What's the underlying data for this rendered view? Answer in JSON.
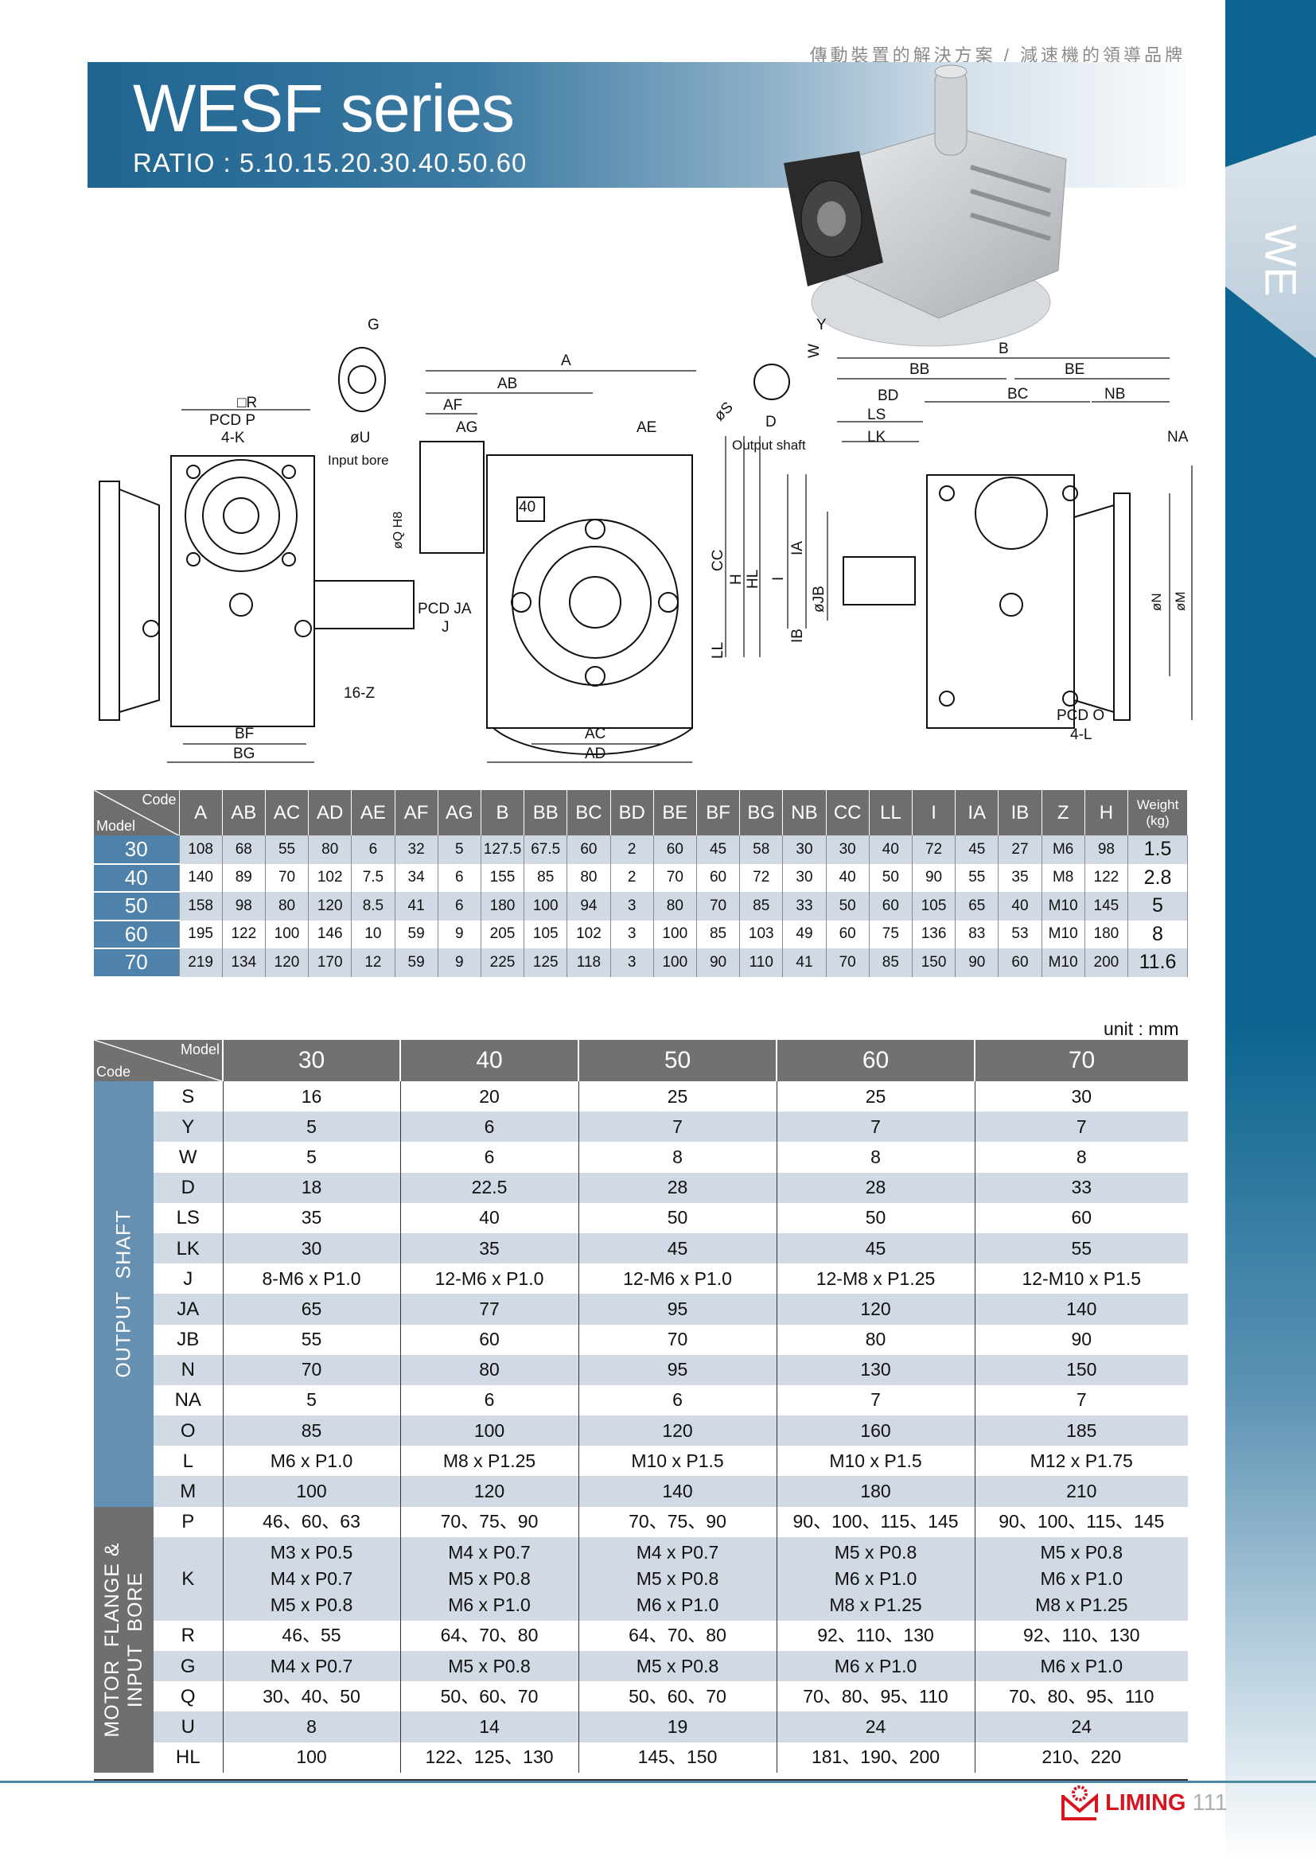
{
  "header": {
    "tagline": "傳動裝置的解決方案 / 減速機的領導品牌",
    "title": "WESF series",
    "ratio": "RATIO : 5.10.15.20.30.40.50.60"
  },
  "sidebar": {
    "tab": "WE"
  },
  "colors": {
    "band": "#1f6491",
    "sidebar": "#0b6590",
    "table_header": "#6e6e6e",
    "model_cell": "#4f82aa",
    "row_alt": "#d1d9e4",
    "brand": "#d7141f"
  },
  "drawing": {
    "labels": [
      "G",
      "□R",
      "PCD P",
      "4-K",
      "øU",
      "Input bore",
      "A",
      "AB",
      "AF",
      "AG",
      "AE",
      "øQ H8",
      "40",
      "PCD JA",
      "J",
      "16-Z",
      "BF",
      "BG",
      "AC",
      "AD",
      "Y",
      "W",
      "øS",
      "D",
      "Output shaft",
      "CC",
      "H",
      "HL",
      "I",
      "IA",
      "øJB",
      "IB",
      "LL",
      "B",
      "BB",
      "BE",
      "BD",
      "BC",
      "NB",
      "LS",
      "LK",
      "NA",
      "øN",
      "øM",
      "PCD O",
      "4-L"
    ]
  },
  "table1": {
    "corner_top": "Code",
    "corner_bottom": "Model",
    "columns": [
      "A",
      "AB",
      "AC",
      "AD",
      "AE",
      "AF",
      "AG",
      "B",
      "BB",
      "BC",
      "BD",
      "BE",
      "BF",
      "BG",
      "NB",
      "CC",
      "LL",
      "I",
      "IA",
      "IB",
      "Z",
      "H"
    ],
    "weight_label": "Weight (kg)",
    "rows": [
      {
        "model": "30",
        "values": [
          "108",
          "68",
          "55",
          "80",
          "6",
          "32",
          "5",
          "127.5",
          "67.5",
          "60",
          "2",
          "60",
          "45",
          "58",
          "30",
          "30",
          "40",
          "72",
          "45",
          "27",
          "M6",
          "98"
        ],
        "weight": "1.5"
      },
      {
        "model": "40",
        "values": [
          "140",
          "89",
          "70",
          "102",
          "7.5",
          "34",
          "6",
          "155",
          "85",
          "80",
          "2",
          "70",
          "60",
          "72",
          "30",
          "40",
          "50",
          "90",
          "55",
          "35",
          "M8",
          "122"
        ],
        "weight": "2.8"
      },
      {
        "model": "50",
        "values": [
          "158",
          "98",
          "80",
          "120",
          "8.5",
          "41",
          "6",
          "180",
          "100",
          "94",
          "3",
          "80",
          "70",
          "85",
          "33",
          "50",
          "60",
          "105",
          "65",
          "40",
          "M10",
          "145"
        ],
        "weight": "5"
      },
      {
        "model": "60",
        "values": [
          "195",
          "122",
          "100",
          "146",
          "10",
          "59",
          "9",
          "205",
          "105",
          "102",
          "3",
          "100",
          "85",
          "103",
          "49",
          "60",
          "75",
          "136",
          "83",
          "53",
          "M10",
          "180"
        ],
        "weight": "8"
      },
      {
        "model": "70",
        "values": [
          "219",
          "134",
          "120",
          "170",
          "12",
          "59",
          "9",
          "225",
          "125",
          "118",
          "3",
          "100",
          "90",
          "110",
          "41",
          "70",
          "85",
          "150",
          "90",
          "60",
          "M10",
          "200"
        ],
        "weight": "11.6"
      }
    ]
  },
  "unit": "unit : mm",
  "table2": {
    "corner_top": "Model",
    "corner_bottom": "Code",
    "models": [
      "30",
      "40",
      "50",
      "60",
      "70"
    ],
    "groups": [
      {
        "label": "OUTPUT  SHAFT",
        "rows": [
          {
            "code": "S",
            "values": [
              "16",
              "20",
              "25",
              "25",
              "30"
            ]
          },
          {
            "code": "Y",
            "values": [
              "5",
              "6",
              "7",
              "7",
              "7"
            ]
          },
          {
            "code": "W",
            "values": [
              "5",
              "6",
              "8",
              "8",
              "8"
            ]
          },
          {
            "code": "D",
            "values": [
              "18",
              "22.5",
              "28",
              "28",
              "33"
            ]
          },
          {
            "code": "LS",
            "values": [
              "35",
              "40",
              "50",
              "50",
              "60"
            ]
          },
          {
            "code": "LK",
            "values": [
              "30",
              "35",
              "45",
              "45",
              "55"
            ]
          },
          {
            "code": "J",
            "values": [
              "8-M6 x P1.0",
              "12-M6 x P1.0",
              "12-M6 x P1.0",
              "12-M8 x P1.25",
              "12-M10 x P1.5"
            ]
          },
          {
            "code": "JA",
            "values": [
              "65",
              "77",
              "95",
              "120",
              "140"
            ]
          },
          {
            "code": "JB",
            "values": [
              "55",
              "60",
              "70",
              "80",
              "90"
            ]
          },
          {
            "code": "N",
            "values": [
              "70",
              "80",
              "95",
              "130",
              "150"
            ]
          },
          {
            "code": "NA",
            "values": [
              "5",
              "6",
              "6",
              "7",
              "7"
            ]
          },
          {
            "code": "O",
            "values": [
              "85",
              "100",
              "120",
              "160",
              "185"
            ]
          },
          {
            "code": "L",
            "values": [
              "M6 x P1.0",
              "M8 x P1.25",
              "M10 x P1.5",
              "M10 x P1.5",
              "M12 x P1.75"
            ]
          },
          {
            "code": "M",
            "values": [
              "100",
              "120",
              "140",
              "180",
              "210"
            ]
          }
        ]
      },
      {
        "label": "MOTOR  FLANGE &\nINPUT  BORE",
        "rows": [
          {
            "code": "P",
            "values": [
              "46、60、63",
              "70、75、90",
              "70、75、90",
              "90、100、115、145",
              "90、100、115、145"
            ]
          },
          {
            "code": "K",
            "values": [
              "M3 x P0.5\nM4 x P0.7\nM5 x P0.8",
              "M4 x P0.7\nM5 x P0.8\nM6 x P1.0",
              "M4 x P0.7\nM5 x P0.8\nM6 x P1.0",
              "M5 x P0.8\nM6 x P1.0\nM8 x P1.25",
              "M5 x P0.8\nM6 x P1.0\nM8 x P1.25"
            ]
          },
          {
            "code": "R",
            "values": [
              "46、55",
              "64、70、80",
              "64、70、80",
              "92、110、130",
              "92、110、130"
            ]
          },
          {
            "code": "G",
            "values": [
              "M4 x P0.7",
              "M5 x P0.8",
              "M5 x P0.8",
              "M6 x P1.0",
              "M6 x P1.0"
            ]
          },
          {
            "code": "Q",
            "values": [
              "30、40、50",
              "50、60、70",
              "50、60、70",
              "70、80、95、110",
              "70、80、95、110"
            ]
          },
          {
            "code": "U",
            "values": [
              "8",
              "14",
              "19",
              "24",
              "24"
            ]
          },
          {
            "code": "HL",
            "values": [
              "100",
              "122、125、130",
              "145、150",
              "181、190、200",
              "210、220"
            ]
          }
        ]
      }
    ]
  },
  "footer": {
    "brand": "LIMING",
    "page": "111"
  }
}
